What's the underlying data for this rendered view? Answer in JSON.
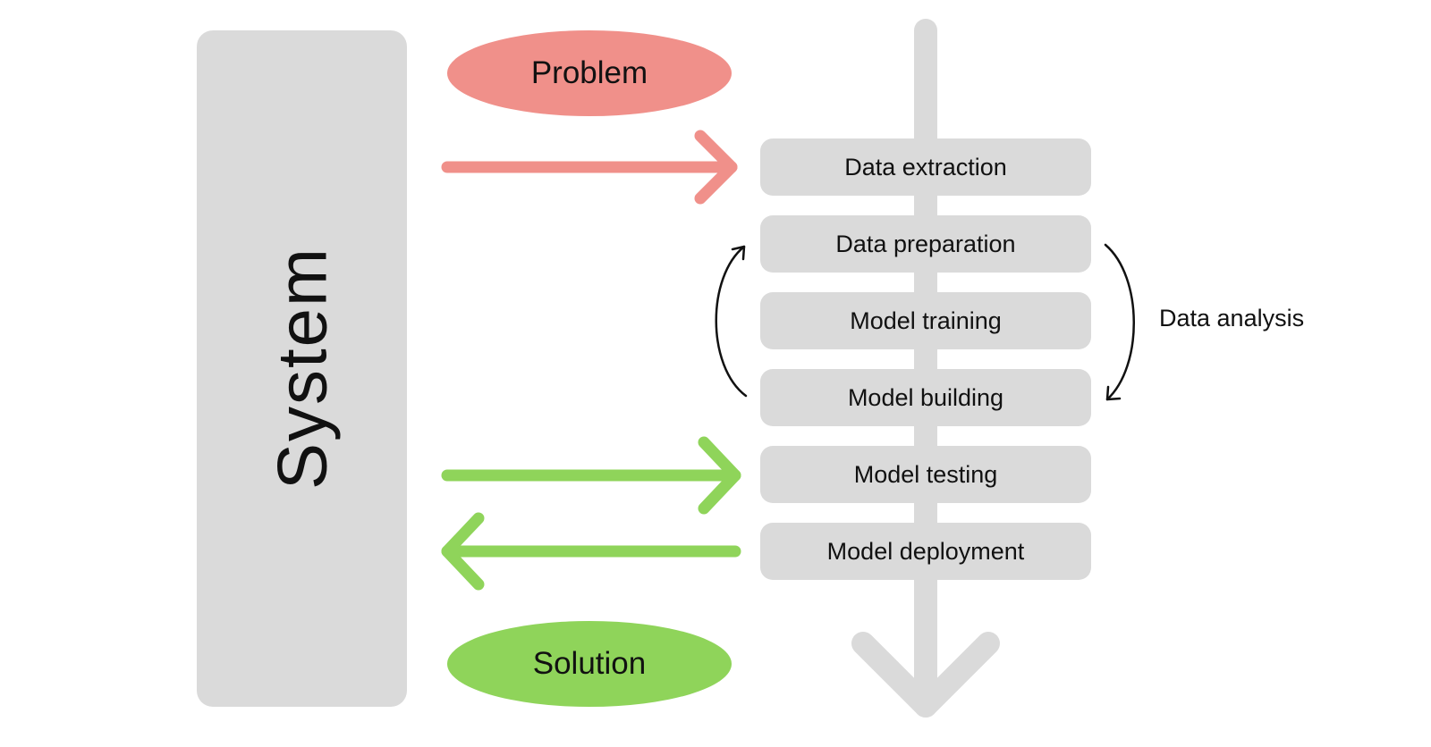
{
  "system": {
    "label": "System"
  },
  "problem": {
    "label": "Problem",
    "color": "#f0908a"
  },
  "solution": {
    "label": "Solution",
    "color": "#8fd45a"
  },
  "steps": [
    {
      "label": "Data extraction"
    },
    {
      "label": "Data preparation"
    },
    {
      "label": "Model training"
    },
    {
      "label": "Model building"
    },
    {
      "label": "Model testing"
    },
    {
      "label": "Model deployment"
    }
  ],
  "loop": {
    "label": "Data analysis"
  },
  "colors": {
    "box_fill": "#dadada",
    "problem_arrow": "#f0908a",
    "solution_arrow": "#8fd45a",
    "flow_arrow": "#dadada",
    "loop_arrow": "#111111"
  }
}
